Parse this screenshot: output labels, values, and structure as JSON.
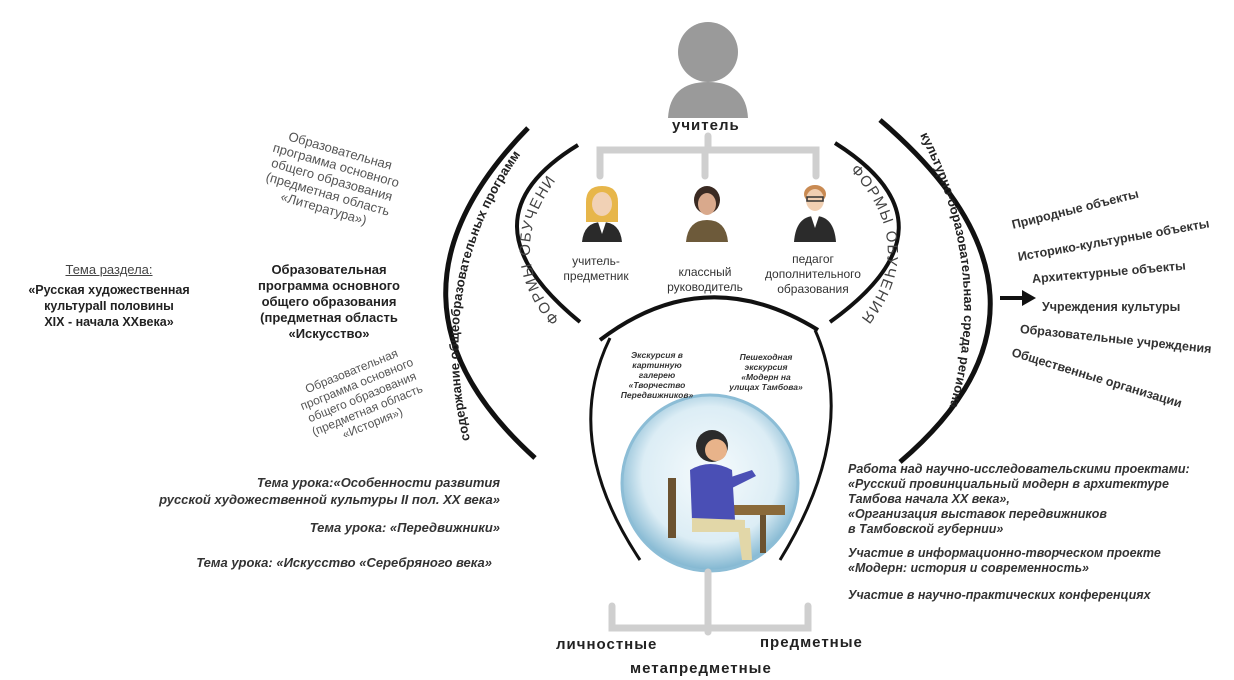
{
  "teacher": {
    "label": "учитель",
    "roles": [
      {
        "line1": "учитель-",
        "line2": "предметник",
        "line3": ""
      },
      {
        "line1": "классный",
        "line2": "руководитель",
        "line3": ""
      },
      {
        "line1": "педагог",
        "line2": "дополнительного",
        "line3": "образования"
      }
    ]
  },
  "arcs": {
    "left_forms": "ФОРМЫ ОБУЧЕНИЯ",
    "right_forms": "ФОРМЫ ОБУЧЕНИЯ",
    "left_content": "содержание общеобразовательных программ",
    "right_content": "культурно-образовательная среда региона"
  },
  "programs": {
    "literature": [
      "Образовательная",
      "программа основного",
      "общего образования",
      "(предметная область",
      "«Литература»)"
    ],
    "art": [
      "Образовательная",
      "программа основного",
      "общего образования",
      "(предметная область",
      "«Искусство»"
    ],
    "history": [
      "Образовательная",
      "программа основного",
      "общего образования",
      "(предметная область",
      "«История»)"
    ]
  },
  "section": {
    "heading": "Тема раздела:",
    "lines": [
      "«Русская художественная",
      "культураII половины",
      "XIX - начала XXвека»"
    ]
  },
  "lessons": {
    "l1_a": "Тема урока:«Особенности развития",
    "l1_b": "русской художественной культуры II пол. XX века»",
    "l2": "Тема урока: «Передвижники»",
    "l3": "Тема урока: «Искусство «Серебряного века»"
  },
  "excursions": {
    "left": [
      "Экскурсия в",
      "картинную",
      "галерею",
      "«Творчество",
      "Передвижников»"
    ],
    "right": [
      "Пешеходная",
      "экскурсия",
      "«Модерн на",
      "улицах Тамбова»"
    ]
  },
  "objects": [
    "Природные объекты",
    "Историко-культурные объекты",
    "Архитектурные объекты",
    "Учреждения культуры",
    "Образовательные учреждения",
    "Общественные организации"
  ],
  "projects": {
    "p1": "Работа над научно-исследовательскими проектами:",
    "p2": "«Русский провинциальный модерн в архитектуре",
    "p3": "Тамбова начала XX века»,",
    "p4": "«Организация выставок передвижников",
    "p5": "в Тамбовской губернии»",
    "p6": "Участие в информационно-творческом проекте",
    "p7": "«Модерн: история и современность»",
    "p8": "Участие в научно-практических конференциях"
  },
  "results": {
    "personal": "личностные",
    "meta": "метапредметные",
    "subject": "предметные"
  },
  "colors": {
    "arc": "#111111",
    "bracket": "#cfcfcf",
    "avatar": "#9a9a9a",
    "bubble_outer": "#9ec9de",
    "bubble_inner": "#e9f4f9"
  }
}
